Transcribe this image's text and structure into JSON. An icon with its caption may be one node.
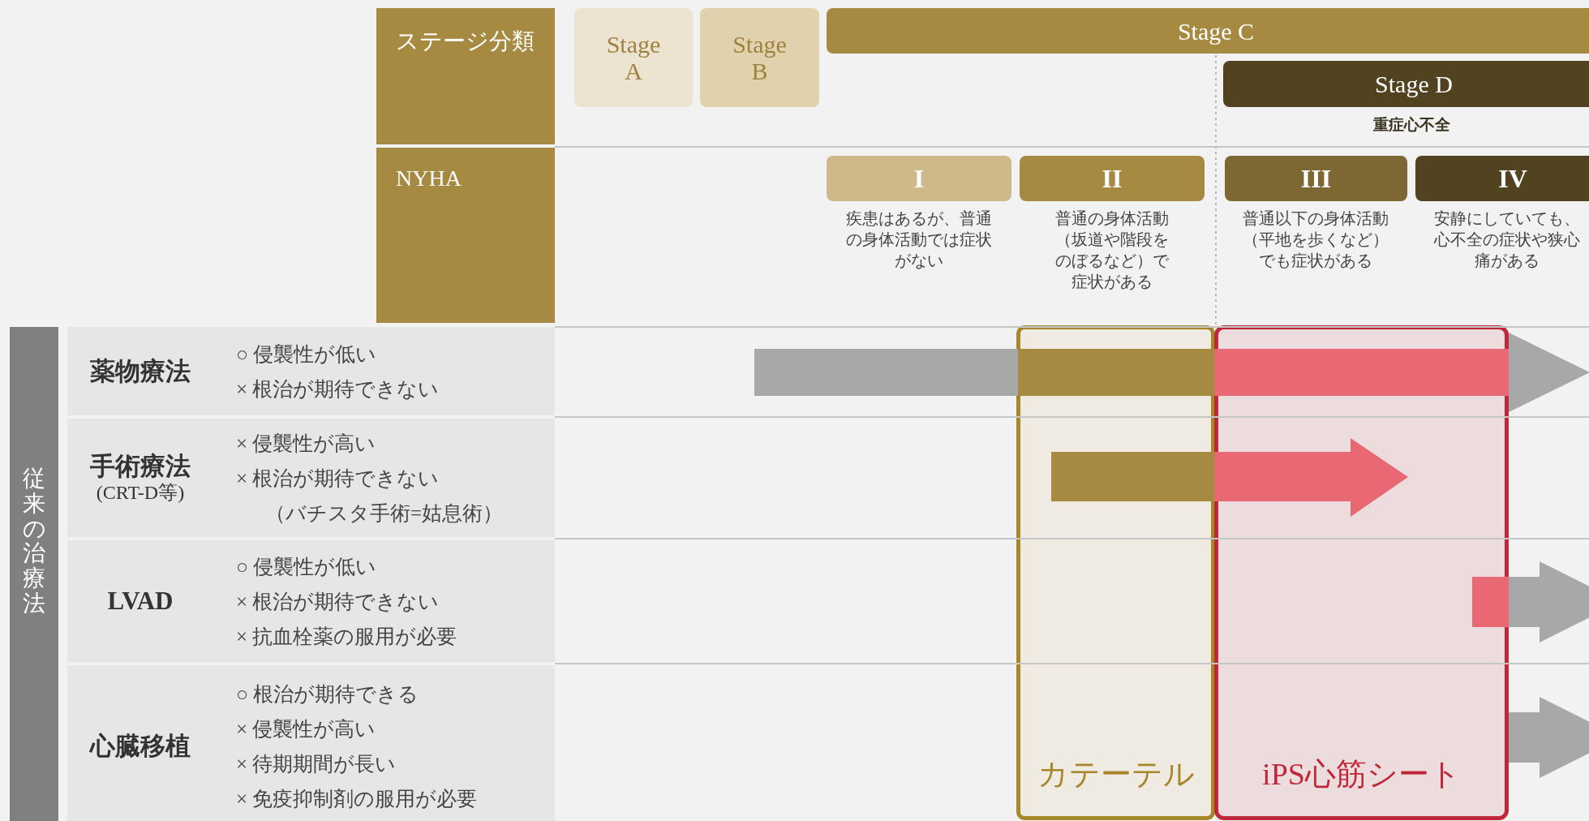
{
  "diagram": {
    "nodes": [
      {
        "text": [
          "ステージ分類"
        ]
      },
      {
        "text": [
          "NYHA"
        ]
      },
      {
        "text": [
          "Stage A"
        ]
      },
      {
        "text": [
          "Stage B"
        ]
      },
      {
        "text": [
          "Stage C"
        ]
      },
      {
        "text": [
          "Stage D"
        ],
        "beside": [
          "重症心不全"
        ]
      },
      {
        "text": [
          "I"
        ],
        "beside": [
          "疾患はあるが、普通の身体活動では症状がない"
        ]
      },
      {
        "text": [
          "II"
        ],
        "beside": [
          "普通の身体活動（坂道や階段をのぼるなど）で症状がある"
        ]
      },
      {
        "text": [
          "III"
        ],
        "beside": [
          "普通以下の身体活動（平地を歩くなど）でも症状がある"
        ]
      },
      {
        "text": [
          "IV"
        ],
        "beside": [
          "安静にしていても、心不全の症状や狭心痛がある"
        ]
      },
      {
        "text": [
          "従来の治療法"
        ]
      },
      {
        "text": [
          "薬物療法",
          "○ 侵襲性が低い",
          "× 根治が期待できない"
        ]
      },
      {
        "text": [
          "手術療法",
          "(CRT-D等)",
          "× 侵襲性が高い",
          "× 根治が期待できない",
          "（バチスタ手術=姑息術）"
        ]
      },
      {
        "text": [
          "LVAD",
          "○ 侵襲性が低い",
          "× 根治が期待できない",
          "× 抗血栓薬の服用が必要"
        ]
      },
      {
        "text": [
          "心臓移植",
          "○ 根治が期待できる",
          "× 侵襲性が高い",
          "× 待期期間が長い",
          "× 免疫抑制剤の服用が必要"
        ]
      },
      {
        "text": [
          "カテーテル"
        ]
      },
      {
        "text": [
          "iPS心筋シート"
        ]
      },
      {
        "text": [],
        "shape": "bar"
      },
      {
        "text": [],
        "shape": "bar"
      },
      {
        "text": [],
        "shape": "bar"
      },
      {
        "text": [],
        "shape": "bar"
      }
    ]
  }
}
